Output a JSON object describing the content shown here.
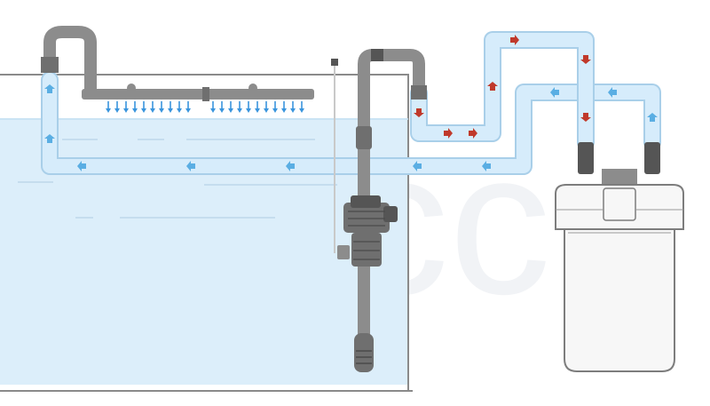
{
  "diagram": {
    "kind": "aquarium external canister filter setup",
    "watermark_text": "psecc",
    "colors": {
      "water": "#dceefa",
      "water_edge": "#c4dff2",
      "tank_outline": "#8a8a8a",
      "pipe_gray": "#8c8c8c",
      "pipe_gray_dark": "#6f6f6f",
      "hose_fill": "#d6ecfb",
      "hose_edge": "#a9cfe9",
      "flow_arrow_red": "#c0392b",
      "flow_arrow_blue": "#5aaee3",
      "spray_blue": "#3a95dd",
      "canister_body": "#f7f7f7",
      "canister_edge": "#7d7d7d",
      "valve": "#555555",
      "watermark": "#eef1f4"
    },
    "components": [
      {
        "id": "aquarium-tank",
        "label": ""
      },
      {
        "id": "spray-bar",
        "label": ""
      },
      {
        "id": "inlet-strainer-pipe",
        "label": ""
      },
      {
        "id": "intake-pipe",
        "label": ""
      },
      {
        "id": "primer-pump",
        "label": ""
      },
      {
        "id": "outflow-hose",
        "label": ""
      },
      {
        "id": "intake-hose",
        "label": ""
      },
      {
        "id": "canister-filter",
        "label": ""
      },
      {
        "id": "shutoff-valve",
        "label": ""
      }
    ],
    "flow": {
      "intake_direction_icon": "red-arrow-icon",
      "return_direction_icon": "blue-arrow-icon"
    }
  }
}
